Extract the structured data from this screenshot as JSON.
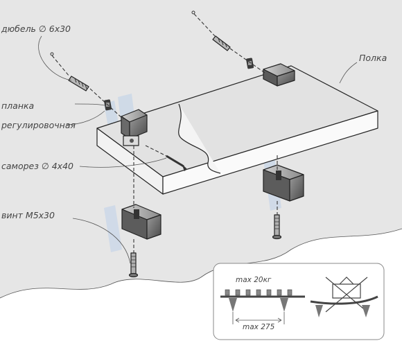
{
  "labels": {
    "dowel": "дюбель ∅ 6x30",
    "plate_line1": "планка",
    "plate_line2": "регулировочная",
    "screw": "саморез ∅ 4x40",
    "bolt": "винт М5x30",
    "shelf": "Полка"
  },
  "inset": {
    "max_load": "max 20кг",
    "max_length": "max 275"
  },
  "colors": {
    "wall": "#e6e6e6",
    "shelf_top": "#e2e2e2",
    "shelf_front": "#f2f2f2",
    "metal_dark": "#505050",
    "metal_light": "#b8b8b8",
    "watermark": "#c8d6e8"
  },
  "icons": [
    "dowel-icon",
    "adjusting-plate-icon",
    "screw-icon",
    "bolt-icon",
    "bracket-icon",
    "crossed-shelf-icon"
  ]
}
